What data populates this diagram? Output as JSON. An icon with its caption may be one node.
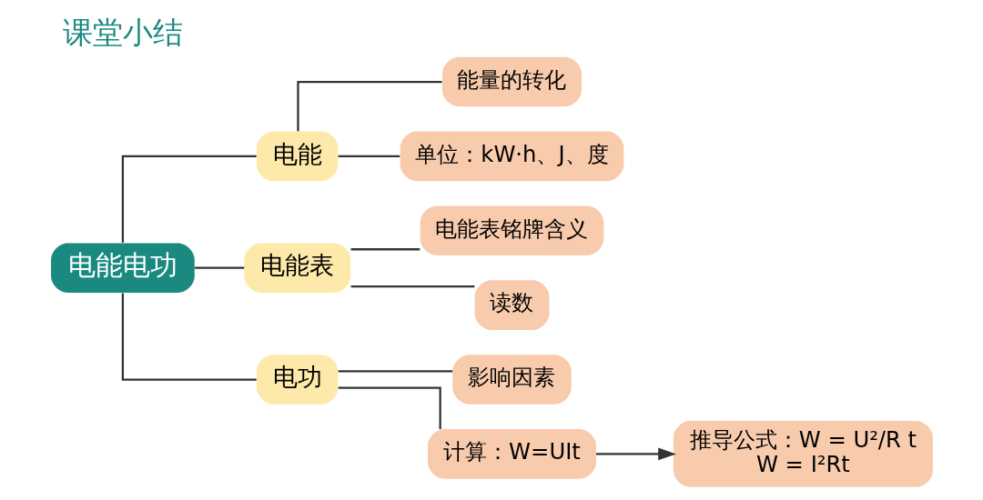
{
  "diagram": {
    "title": "课堂小结",
    "nodes": [
      {
        "text": [
          "电能电功"
        ]
      },
      {
        "text": [
          "电能"
        ]
      },
      {
        "text": [
          "能量的转化"
        ]
      },
      {
        "text": [
          "单位：kW·h、J、度"
        ]
      },
      {
        "text": [
          "电能表"
        ]
      },
      {
        "text": [
          "电能表铭牌含义"
        ]
      },
      {
        "text": [
          "读数"
        ]
      },
      {
        "text": [
          "电功"
        ]
      },
      {
        "text": [
          "影响因素"
        ]
      },
      {
        "text": [
          "计算：W=UIt"
        ]
      },
      {
        "text": [
          "推导公式：W = U²/R t",
          "W = I²Rt"
        ]
      }
    ],
    "edges": [
      {
        "from": 0,
        "to": 1,
        "arrow": "none"
      },
      {
        "from": 0,
        "to": 4,
        "arrow": "none"
      },
      {
        "from": 0,
        "to": 7,
        "arrow": "none"
      },
      {
        "from": 1,
        "to": 2,
        "arrow": "none"
      },
      {
        "from": 1,
        "to": 3,
        "arrow": "none"
      },
      {
        "from": 4,
        "to": 5,
        "arrow": "none"
      },
      {
        "from": 4,
        "to": 6,
        "arrow": "none"
      },
      {
        "from": 7,
        "to": 8,
        "arrow": "none"
      },
      {
        "from": 7,
        "to": 9,
        "arrow": "none"
      },
      {
        "from": 9,
        "to": 10,
        "arrow": "to"
      }
    ]
  }
}
